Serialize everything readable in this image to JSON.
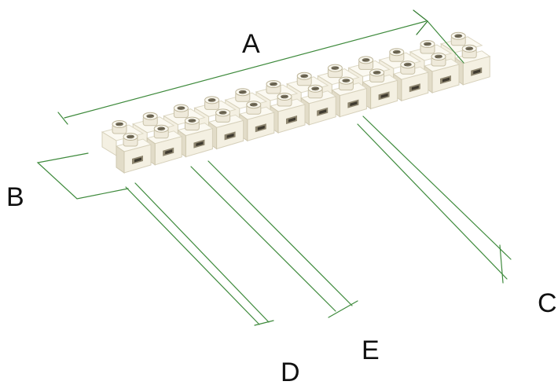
{
  "diagram": {
    "labels": {
      "A": "A",
      "B": "B",
      "C": "C",
      "D": "D",
      "E": "E"
    },
    "terminal_count": 12,
    "colors": {
      "dimension_line": "#3e8a3c",
      "dimension_arrow": "#2f7a2d",
      "plastic": "#f4f0e2",
      "label_text": "#111111"
    },
    "icons": {
      "arrow_head": "arrowhead-icon",
      "terminal": "screw-terminal-icon"
    }
  }
}
